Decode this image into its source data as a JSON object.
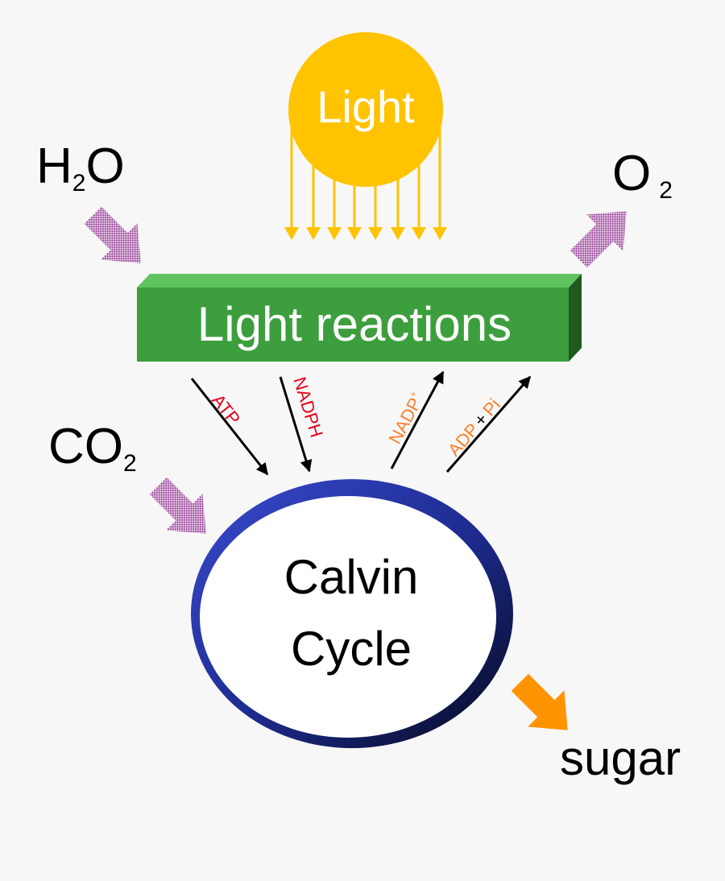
{
  "diagram": {
    "light": {
      "label": "Light"
    },
    "inputs": {
      "water": {
        "base": "H",
        "sub": "2",
        "tail": "O"
      },
      "carbon_dioxide": {
        "base": "CO",
        "sub": "2"
      }
    },
    "outputs": {
      "oxygen": {
        "base": "O",
        "sub": "2"
      },
      "sugar": {
        "label": "sugar"
      }
    },
    "light_reactions": {
      "label": "Light reactions"
    },
    "calvin_cycle": {
      "line1": "Calvin",
      "line2": "Cycle"
    },
    "transfers": {
      "atp": "ATP",
      "nadph": "NADPH",
      "nadp": {
        "base": "NADP",
        "sup": "+"
      },
      "adp": {
        "part1": "ADP",
        "plus": "+",
        "part2": "Pi"
      }
    }
  },
  "colors": {
    "background": "#f7f7f7",
    "sun": "#ffc300",
    "light_box_front": "#3d9e3d",
    "light_box_top": "#5fc45f",
    "light_box_side": "#1e5a1e",
    "calvin_rim": "#1c2a8c",
    "input_arrow": "#b06ab0",
    "sugar_arrow": "#ff9400",
    "atp_nadph_text": "#e6001a",
    "nadp_adp_text": "#ff7f2a",
    "text": "#000000",
    "white": "#ffffff"
  },
  "icons": {
    "input_arrow": "checkered-arrow-icon",
    "sugar_arrow": "orange-arrow-icon",
    "light_ray": "down-arrow-icon"
  }
}
